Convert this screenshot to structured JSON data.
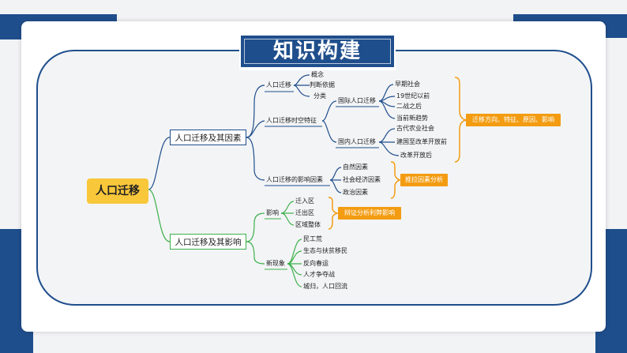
{
  "title": "知识构建",
  "root": "人口迁移",
  "branches": {
    "b1": {
      "label": "人口迁移及其因素",
      "sub1": {
        "label": "人口迁移",
        "items": [
          "概念",
          "判断依据",
          "分类"
        ]
      },
      "sub2": {
        "label": "人口迁移时空特征",
        "intl": {
          "label": "国际人口迁移",
          "items": [
            "早期社会",
            "19世纪以前",
            "二战之后",
            "当前新趋势"
          ]
        },
        "dom": {
          "label": "国内人口迁移",
          "items": [
            "古代农业社会",
            "建国至改革开放前",
            "改革开放后"
          ]
        }
      },
      "sub3": {
        "label": "人口迁移的影响因素",
        "items": [
          "自然因素",
          "社会经济因素",
          "政治因素"
        ]
      }
    },
    "b2": {
      "label": "人口迁移及其影响",
      "sub1": {
        "label": "影响",
        "items": [
          "迁入区",
          "迁出区",
          "区域整体"
        ]
      },
      "sub2": {
        "label": "新现象",
        "items": [
          "民工荒",
          "生态与扶贫移民",
          "反向春运",
          "人才争夺战",
          "城归，人口回流"
        ]
      }
    }
  },
  "tags": {
    "t1": "迁移方向、特征、原因、影响",
    "t2": "推拉因素分析",
    "t3": "辩证分析利弊影响"
  },
  "colors": {
    "blue": "#1f4e8c",
    "green": "#3cb04a",
    "orange": "#f39c12",
    "root": "#f8c73a"
  }
}
